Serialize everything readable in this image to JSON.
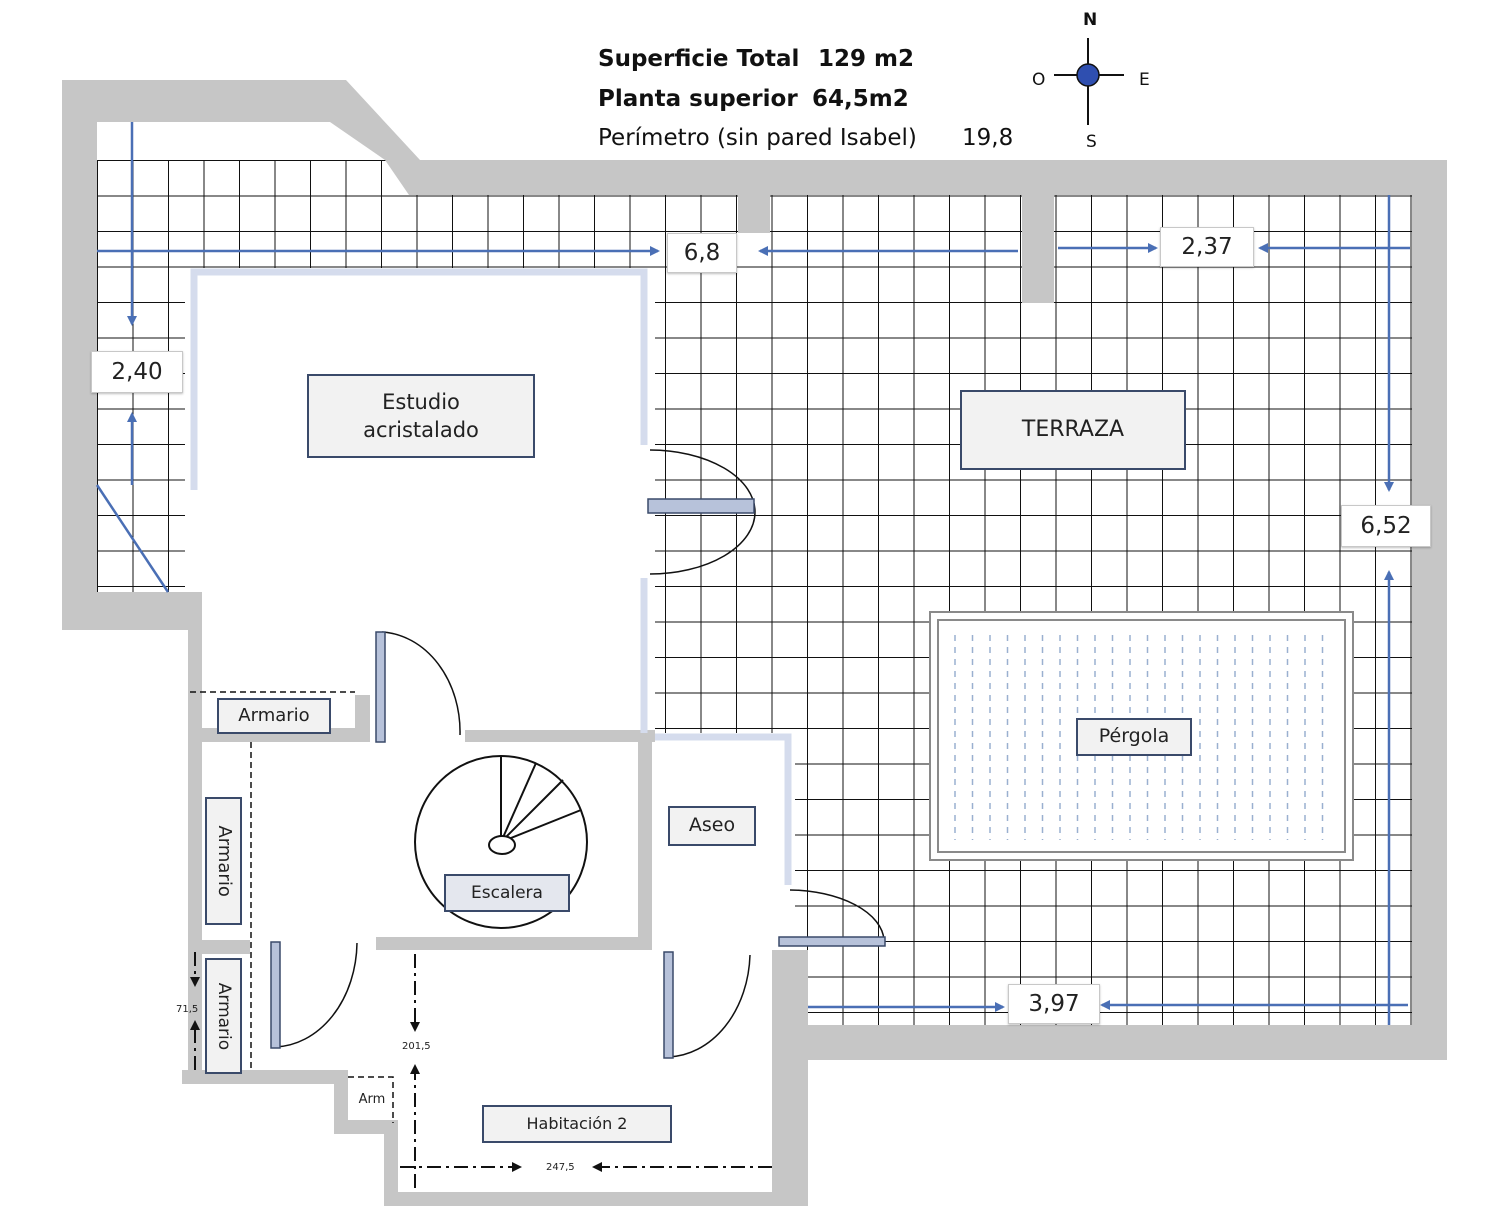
{
  "header": {
    "total_label": "Superficie Total",
    "total_value": "129 m2",
    "upper_label": "Planta superior",
    "upper_value": "64,5m2",
    "perimeter_label": "Perímetro (sin pared Isabel)",
    "perimeter_value": "19,8"
  },
  "compass": {
    "north": "N",
    "south": "S",
    "east": "E",
    "west": "O"
  },
  "rooms": {
    "studio_line1": "Estudio",
    "studio_line2": "acristalado",
    "terrace": "TERRAZA",
    "pergola": "Pérgola",
    "bathroom": "Aseo",
    "stairs": "Escalera",
    "wardrobe_top": "Armario",
    "wardrobe_side": "Armario",
    "wardrobe_bottom": "Armario",
    "arm_small": "Arm",
    "bedroom2": "Habitación 2"
  },
  "dimensions": {
    "top_width": "6,8",
    "top_right_width": "2,37",
    "left_height": "2,40",
    "right_height": "6,52",
    "bottom_width": "3,97",
    "wardrobe_dim": "71,5",
    "vertical_dim": "201,5",
    "horizontal_dim": "247,5"
  },
  "colors": {
    "wall": "#c6c6c6",
    "arrow": "#4a6fb5",
    "glass": "#d5dced",
    "grid": "#111111"
  }
}
